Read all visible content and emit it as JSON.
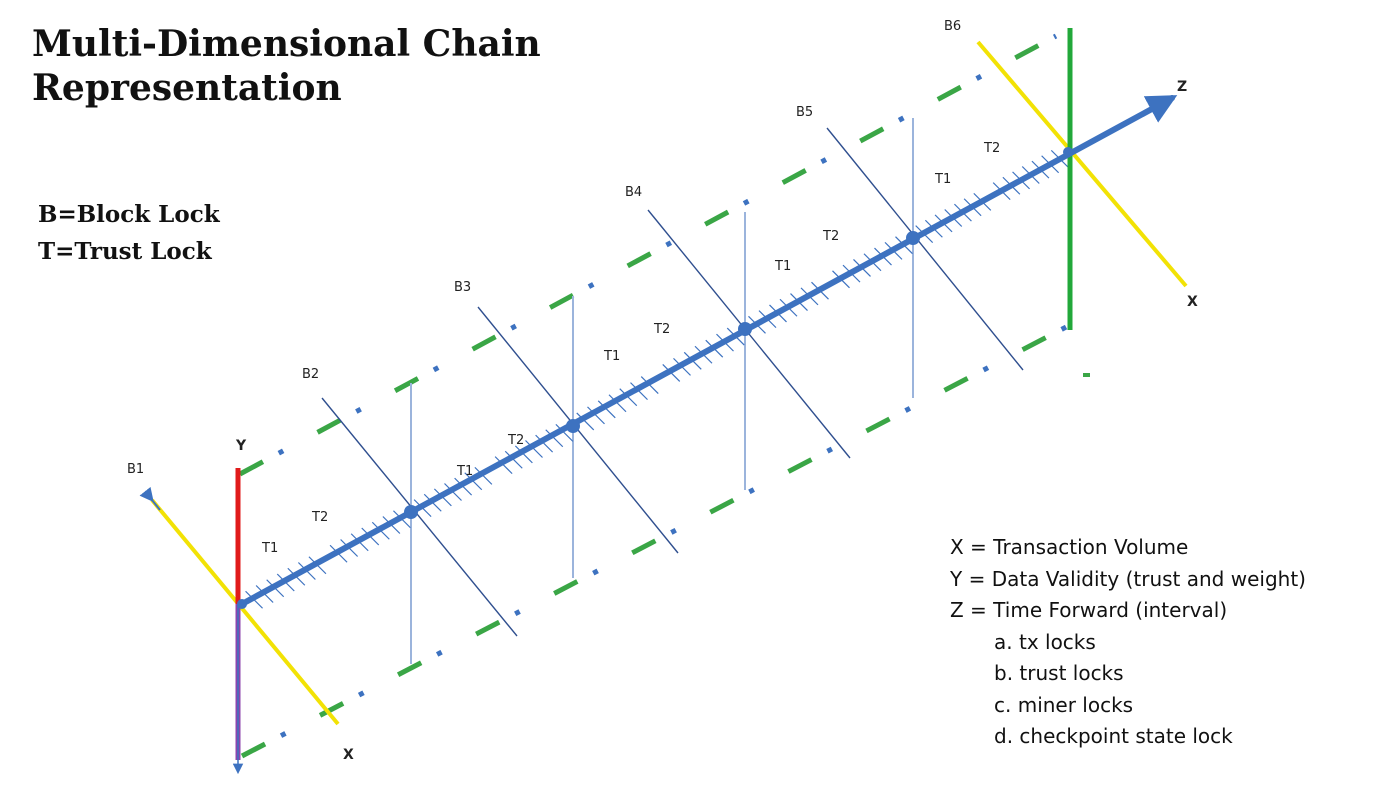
{
  "title": {
    "line1": "Multi-Dimensional Chain",
    "line2": "Representation"
  },
  "key": {
    "block": "B=Block Lock",
    "trust": "T=Trust Lock"
  },
  "axis_labels": {
    "x_origin": "X",
    "x_end": "X",
    "y": "Y",
    "z": "Z"
  },
  "blocks": [
    "B1",
    "B2",
    "B3",
    "B4",
    "B5",
    "B6"
  ],
  "segments": [
    {
      "t1": "T1",
      "t2": "T2"
    },
    {
      "t1": "T1",
      "t2": "T2"
    },
    {
      "t1": "T1",
      "t2": "T2"
    },
    {
      "t1": "T1",
      "t2": "T2"
    },
    {
      "t1": "T1",
      "t2": "T2"
    }
  ],
  "legend": {
    "x": "X = Transaction Volume",
    "y": "Y = Data Validity (trust and weight)",
    "z": "Z = Time Forward (interval)",
    "items": [
      "a. tx locks",
      "b. trust locks",
      "c. miner locks",
      "d. checkpoint state lock"
    ]
  },
  "colors": {
    "chain": "#3d72c0",
    "rail_green": "#3aa646",
    "rail_blue": "#3d72c0",
    "block_line": "#2f4f8f",
    "y_line": "#9bb4dc",
    "x_axis": "#f2e205",
    "y_axis_top": "#e01b1b",
    "y_axis_bottom": "#8e44ad",
    "end_plane": "#22a83a"
  }
}
